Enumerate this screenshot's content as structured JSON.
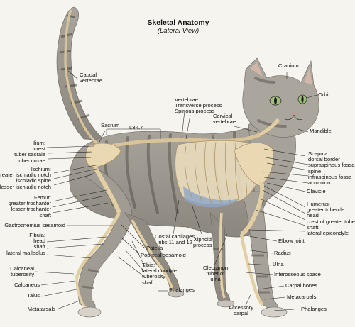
{
  "title": "Skeletal Anatomy",
  "subtitle": "(Lateral View)",
  "labels": {
    "caudal_vertebrae": "Caudal\nvertebrae",
    "sacrum": "Sacrum",
    "l3_l7": "L3-L7",
    "vertebrae": "Vertebrae:\nTransverse process\nSpinous process",
    "cervical_vertebrae": "Cervical\nvertebrae",
    "cranium": "Cranium",
    "orbit": "Orbit",
    "mandible": "Mandible",
    "ilium": "Ilium:\ncrest\ntuber sacrale\ntuber coxae",
    "ischium": "Ischium:\ngreater ischiadic notch\nischiadic spine\nlesser ischiadic notch",
    "femur": "Femur:\ngreater trochanter\nlesser trochanter\nshaft",
    "gastrocnemius_sesamoid": "Gastrocnemius sesamoid",
    "fibula": "Fibula:\nhead\nshaft\nlateral malleolus",
    "calcaneal_tuberosity": "Calcaneal\ntuberosity",
    "calcaneus": "Calcaneus",
    "talus": "Talus",
    "metatarsals": "Metatarsals",
    "scapula": "Scapula:\ndorsal border\nsupraspinous fossa\nspine\ninfraspinous fossa\nacromion",
    "clavicle": "Clavicle",
    "humerus": "Humerus:\ngreater tubercle\nhead\ncrest of greater tubercle\nshaft\nlateral epicondyle",
    "elbow_joint": "Elbow joint",
    "radius": "Radius",
    "ulna": "Ulna",
    "interosseous_space": "Interosseous space",
    "carpal_bones": "Carpal bones",
    "metacarpals": "Metacarpals",
    "phalanges_front": "Phalanges",
    "accessory_carpal": "Accessory\ncarpal",
    "costal_cartilages": "Costal cartilages,\nribs 11 and 12",
    "xiphoid_process": "Xiphoid\nprocess",
    "olecranon": "Olecranon\ntuber of\nulna",
    "patella": "Patella",
    "popliteal_sesamoid": "Popliteal sesamoid",
    "tibia": "Tibia:\nlateral condyle\ntuberosity\nshaft",
    "phalanges_hind": "Phalanges"
  },
  "colors": {
    "background": "#f6f4ef",
    "fur": "#9c9890",
    "stripe": "#4a4640",
    "bone": "#e9d8b2",
    "bone_outline": "#a88f5e",
    "rib_shadow": "#8fa6c8",
    "eye": "#9dc07a"
  }
}
